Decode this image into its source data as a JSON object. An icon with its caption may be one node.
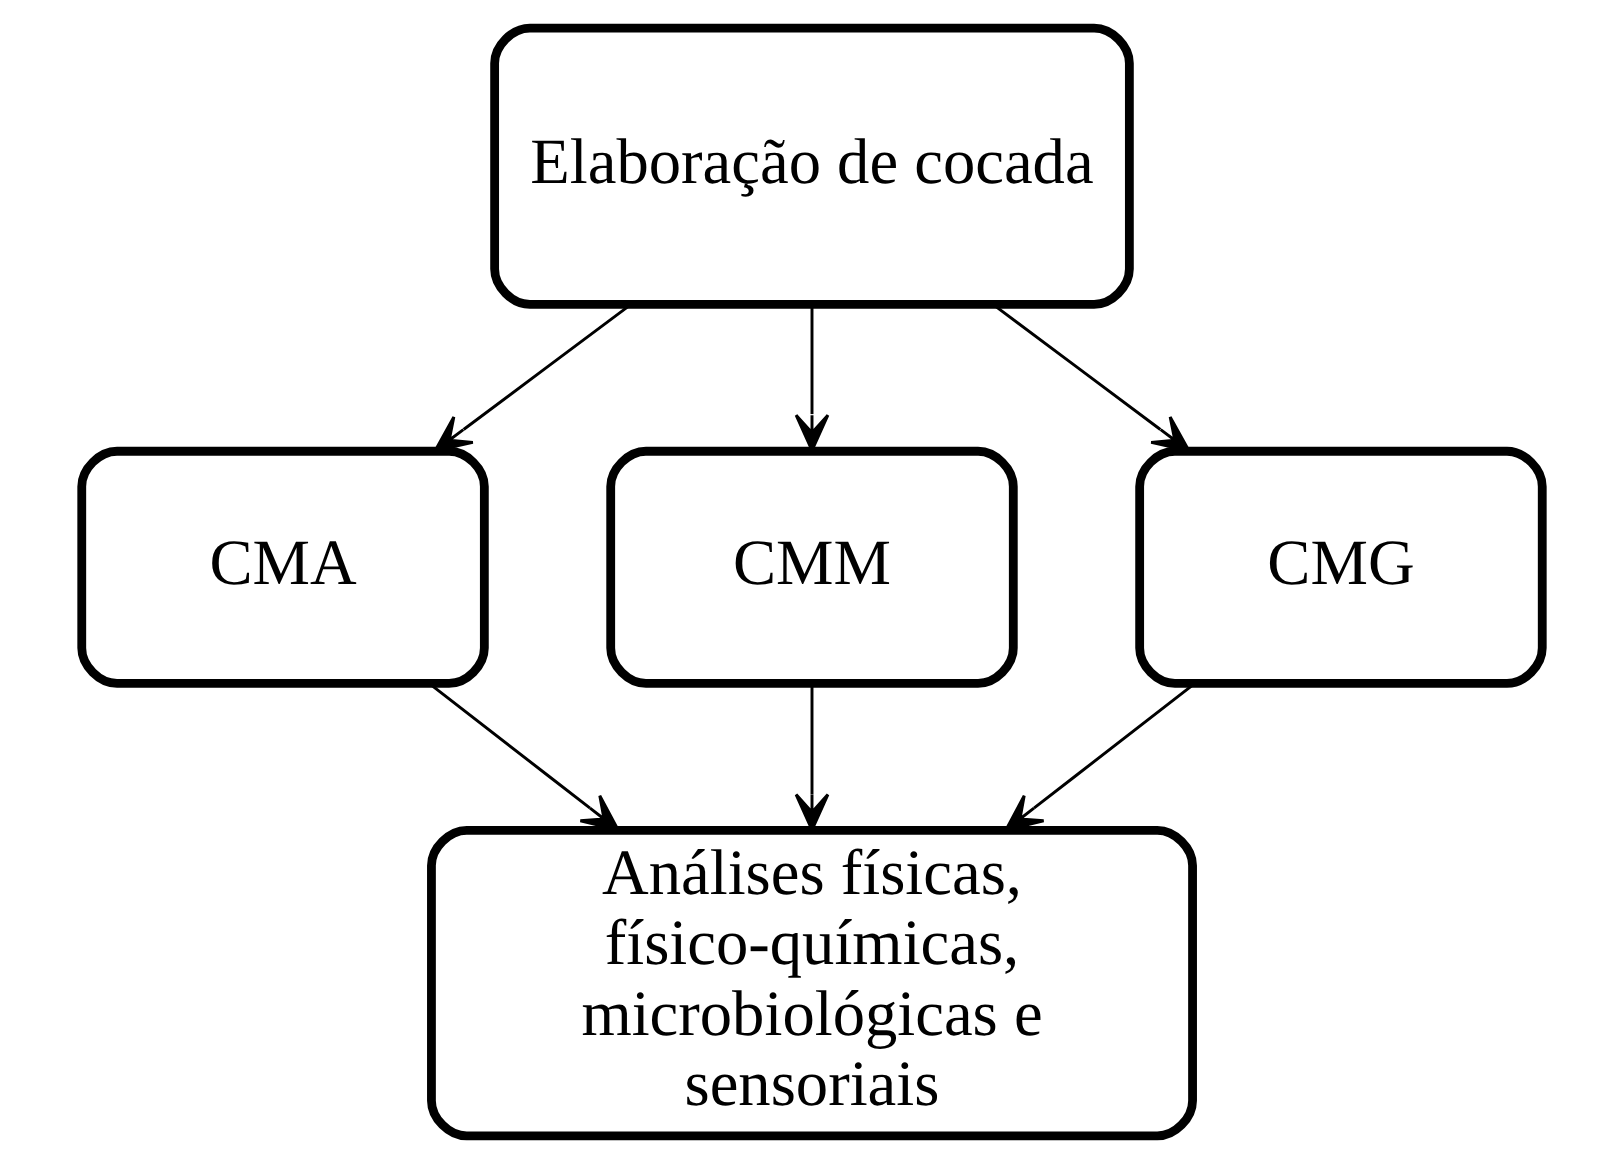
{
  "diagram": {
    "nodes": [
      {
        "text": [
          "Elaboração de cocada"
        ]
      },
      {
        "text": [
          "CMA"
        ]
      },
      {
        "text": [
          "CMM"
        ]
      },
      {
        "text": [
          "CMG"
        ]
      },
      {
        "text": [
          "Análises físicas, físico-químicas, microbiológicas e sensoriais"
        ]
      }
    ],
    "edges": [
      {
        "from": 0,
        "to": 1,
        "arrow": "to"
      },
      {
        "from": 0,
        "to": 2,
        "arrow": "to"
      },
      {
        "from": 0,
        "to": 3,
        "arrow": "to"
      },
      {
        "from": 1,
        "to": 4,
        "arrow": "to"
      },
      {
        "from": 2,
        "to": 4,
        "arrow": "to"
      },
      {
        "from": 3,
        "to": 4,
        "arrow": "to"
      }
    ]
  }
}
